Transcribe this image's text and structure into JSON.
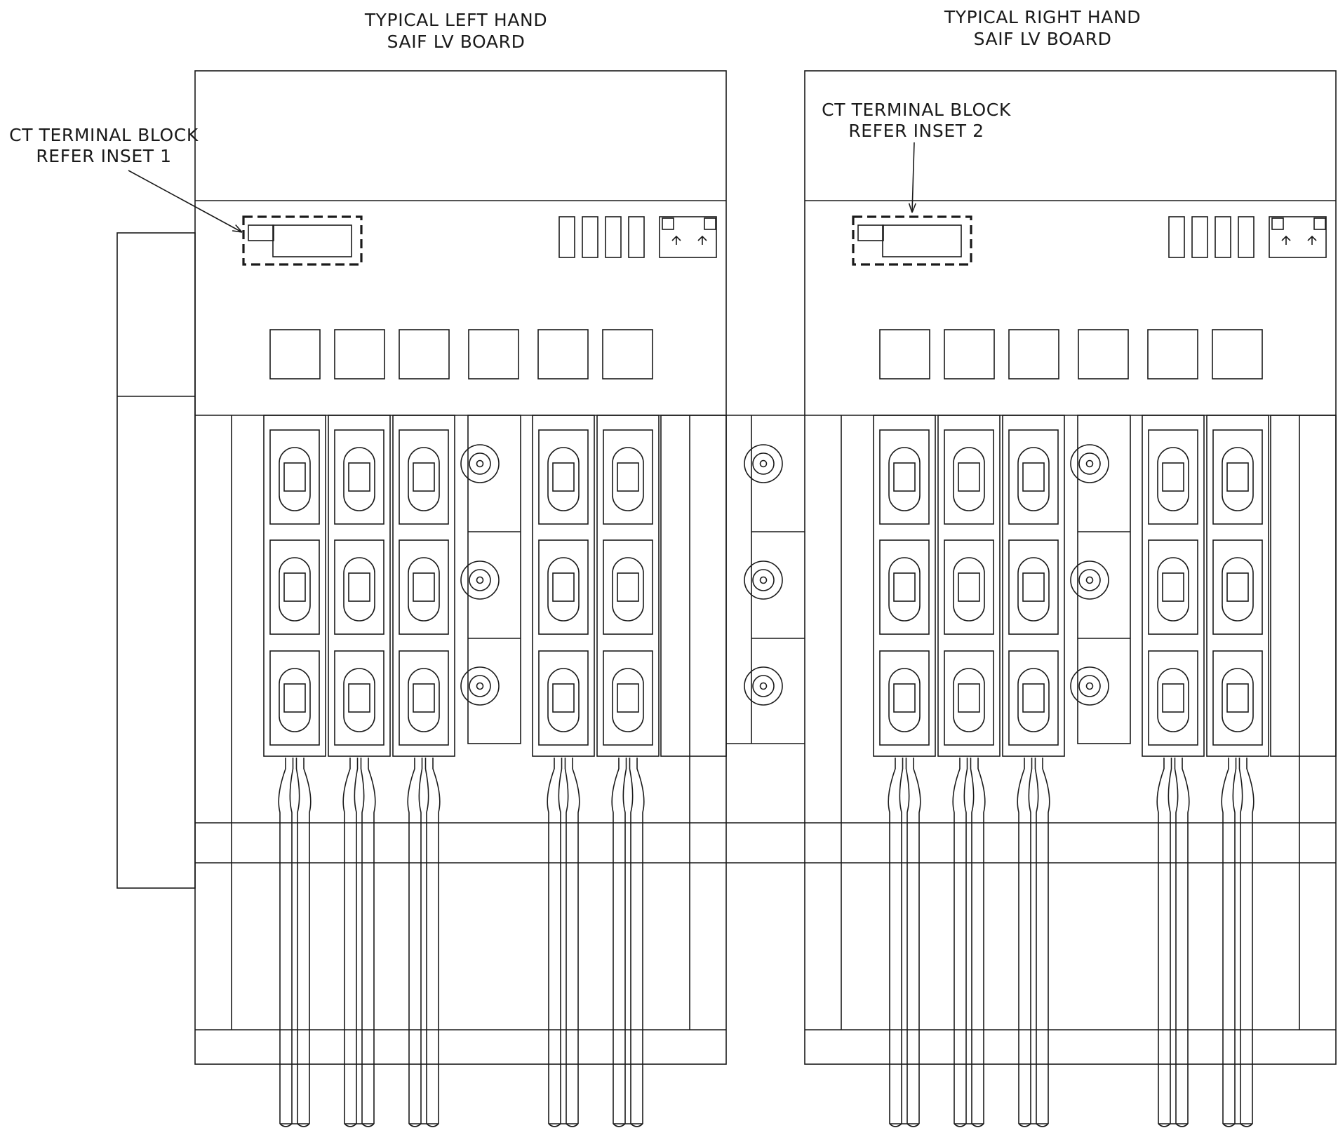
{
  "boards": [
    {
      "id": "left",
      "title_line1": "TYPICAL LEFT HAND",
      "title_line2": "SAIF LV BOARD",
      "callout_line1": "CT TERMINAL BLOCK",
      "callout_line2": "REFER INSET 1"
    },
    {
      "id": "right",
      "title_line1": "TYPICAL RIGHT HAND",
      "title_line2": "SAIF LV BOARD",
      "callout_line1": "CT TERMINAL BLOCK",
      "callout_line2": "REFER INSET 2"
    }
  ],
  "line_color": "#1a1a1a",
  "background_color": "#ffffff"
}
